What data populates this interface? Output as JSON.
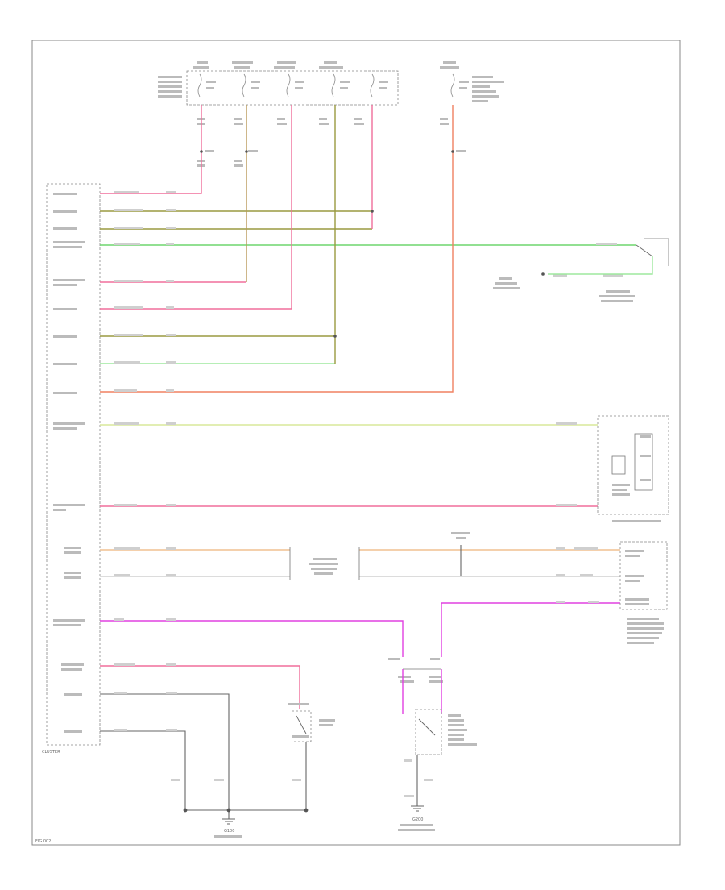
{
  "figure_id": "FIG.002",
  "labels": {
    "cluster": "CLUSTER",
    "ground_g100": "G100",
    "ground_g200": "G200"
  },
  "colors": {
    "frame": "#888888",
    "pink": "#f06e9b",
    "red_orange": "#f08060",
    "tan": "#b89858",
    "olive": "#9a9a40",
    "green": "#6fd66f",
    "light_green": "#9ee89e",
    "yellow": "#d8e89a",
    "magenta": "#e040e0",
    "orange_light": "#f0c090",
    "black": "#666666"
  },
  "icons": [
    "ground-symbol-icon",
    "switch-contact-icon",
    "splice-dot-icon",
    "connector-icon"
  ]
}
